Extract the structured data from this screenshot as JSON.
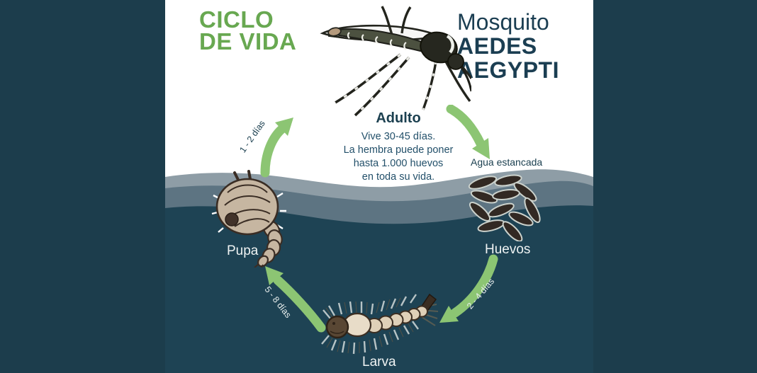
{
  "title_left": {
    "line1": "CICLO",
    "line2": "DE VIDA"
  },
  "title_right": {
    "line1": "Mosquito",
    "line2": "AEDES",
    "line3": "AEGYPTI"
  },
  "stages": {
    "adulto": {
      "label": "Adulto",
      "description_lines": [
        "Vive 30-45 días.",
        "La hembra puede poner",
        "hasta 1.000 huevos",
        "en toda su vida."
      ]
    },
    "huevos": {
      "label": "Huevos",
      "annotation": "Agua estancada"
    },
    "larva": {
      "label": "Larva"
    },
    "pupa": {
      "label": "Pupa"
    }
  },
  "arrows": [
    {
      "id": "adulto-to-huevos",
      "label": ""
    },
    {
      "id": "huevos-to-larva",
      "label": "2 - 4 días"
    },
    {
      "id": "larva-to-pupa",
      "label": "5 - 8 días"
    },
    {
      "id": "pupa-to-adulto",
      "label": "1 - 2 días"
    }
  ],
  "icons": {
    "adult_mosquito": "adult-mosquito-illustration",
    "eggs": "eggs-cluster-illustration",
    "larva": "larva-illustration",
    "pupa": "pupa-illustration",
    "water": "water-wave"
  },
  "colors": {
    "background": "#1c3d4c",
    "panel": "#ffffff",
    "water_dark": "#1e4354",
    "wave_light": "#8e9da6",
    "wave_mid": "#5d7482",
    "green_title": "#68a851",
    "green_arrow": "#8cc573",
    "text_dark": "#1c4050",
    "text_light": "#eff3f3",
    "egg": "#322923",
    "egg_outline": "#ccd2cc",
    "pupa_body": "#c6b6a1",
    "larva_body": "#dfd0b8"
  }
}
